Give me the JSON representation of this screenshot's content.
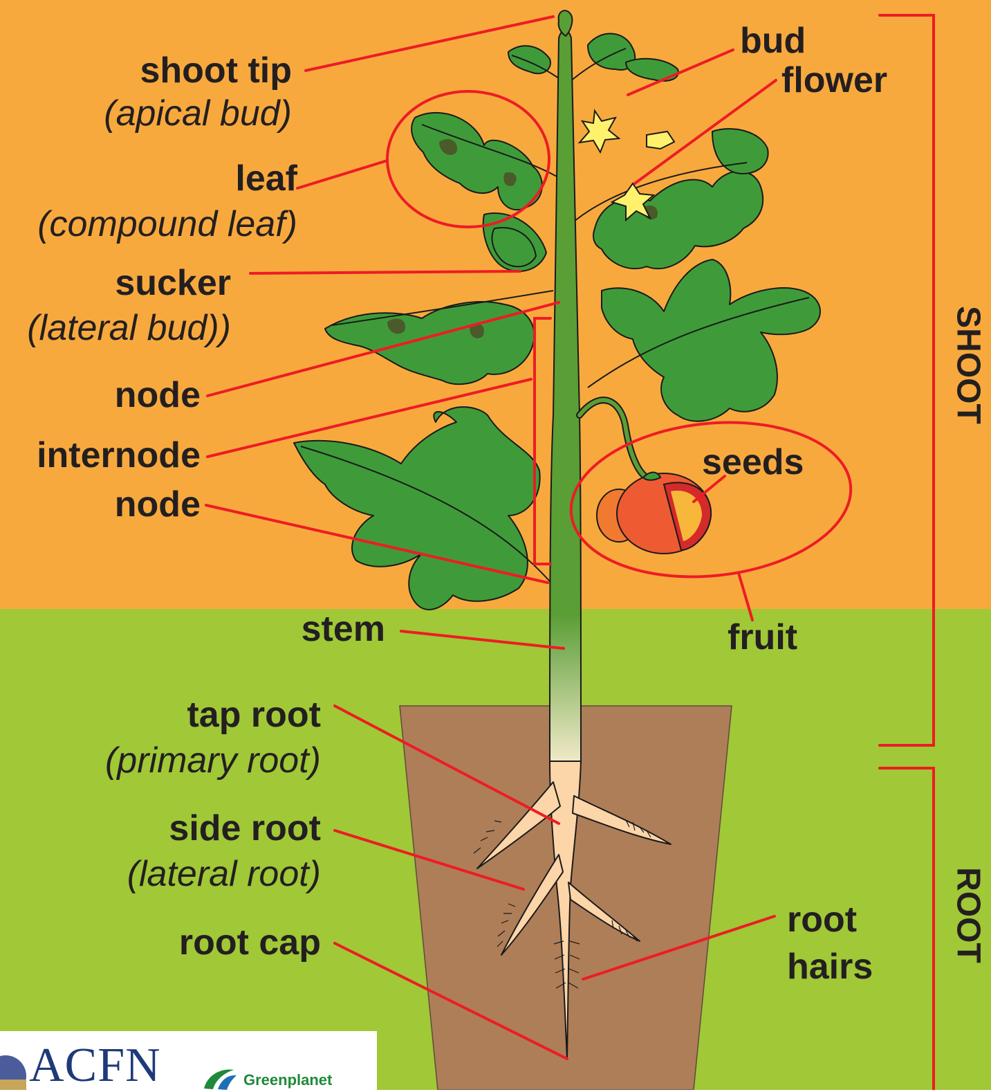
{
  "labels": {
    "shoot_tip": "shoot tip",
    "apical_bud": "(apical bud)",
    "leaf": "leaf",
    "compound_leaf": "(compound leaf)",
    "sucker": "sucker",
    "lateral_bud": "(lateral bud))",
    "node_upper": "node",
    "internode": "internode",
    "node_lower": "node",
    "stem": "stem",
    "tap_root": "tap root",
    "primary_root": "(primary root)",
    "side_root": "side root",
    "lateral_root": "(lateral root)",
    "root_cap": "root cap",
    "bud": "bud",
    "flower": "flower",
    "seeds": "seeds",
    "fruit": "fruit",
    "root_hairs_1": "root",
    "root_hairs_2": "hairs"
  },
  "sections": {
    "shoot": "SHOOT",
    "root": "ROOT"
  },
  "logos": {
    "acfn": "ACFN",
    "greenplanet": "Greenplanet"
  },
  "colors": {
    "shoot_bg": "#f8a93e",
    "root_bg": "#a0c837",
    "pot": "#ae7e58",
    "leader_line": "#ed1c24",
    "stem": "#5a9e36",
    "leaf": "#3f9b3a",
    "leaf_dark": "#4b5a2a",
    "root": "#fcd5a8",
    "fruit": "#ee5a32",
    "flower": "#fff16b",
    "text": "#231f20"
  }
}
